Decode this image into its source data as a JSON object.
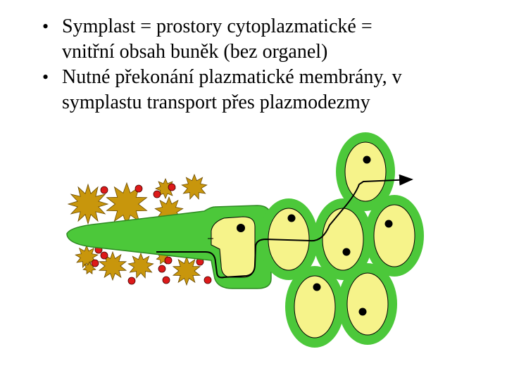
{
  "bullets": [
    {
      "line1": "Symplast = prostory cytoplazmatické =",
      "line2": "vnitřní obsah buněk (bez organel)"
    },
    {
      "line1": "Nutné překonání plazmatické membrány, v",
      "line2": "symplastu transport přes plazmodezmy"
    }
  ],
  "colors": {
    "cell_wall": "#4cc83a",
    "cell_wall_edge": "#2e8a22",
    "cytoplasm": "#f6f38a",
    "soil_particle": "#c8960c",
    "ion": "#dd1a1a",
    "nucleus": "#000000"
  }
}
